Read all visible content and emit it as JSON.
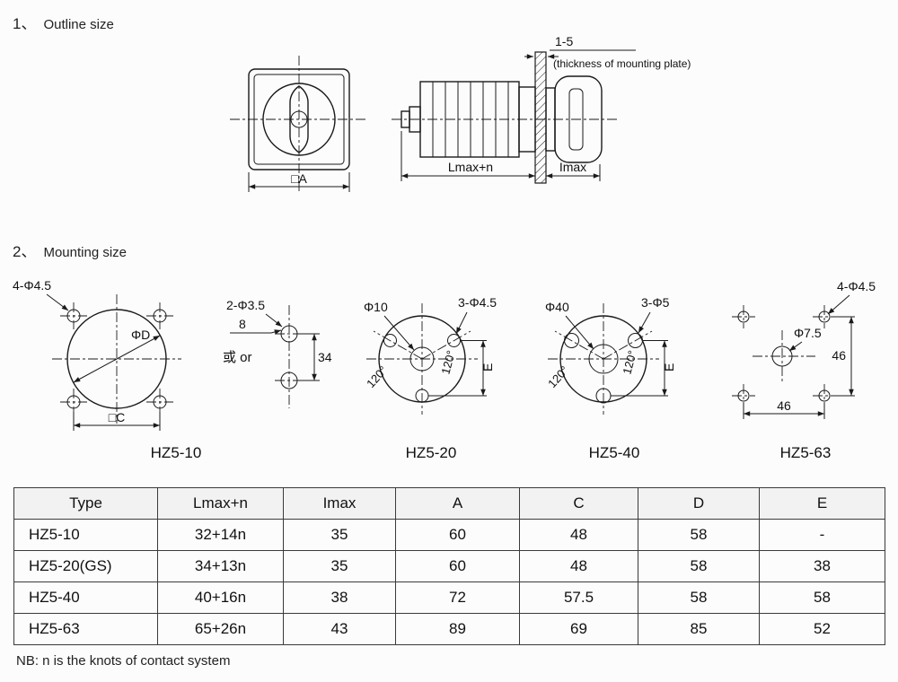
{
  "colors": {
    "ink": "#1a1a1a",
    "paper": "#fcfcfc",
    "table_header_bg": "#f2f2f2"
  },
  "page": {
    "section1_no": "1、",
    "section1_title": "Outline size",
    "section2_no": "2、",
    "section2_title": "Mounting size",
    "note": "NB: n is the knots of contact system"
  },
  "outline": {
    "dim_plate": "1-5",
    "plate_note": "(thickness of mounting plate)",
    "dim_lmax": "Lmax+n",
    "dim_imax": "Imax",
    "dim_a": "□A"
  },
  "mounting": {
    "hz510": {
      "holes": "4-Φ4.5",
      "phid": "ΦD",
      "dim_c": "□C",
      "or": "或 or",
      "alt_holes": "2-Φ3.5",
      "alt_dim8": "8",
      "alt_dim34": "34",
      "label": "HZ5-10"
    },
    "hz520": {
      "center": "Φ10",
      "holes": "3-Φ4.5",
      "angle1": "120°",
      "angle2": "120°",
      "dim_e": "E",
      "label": "HZ5-20"
    },
    "hz540": {
      "center": "Φ40",
      "holes": "3-Φ5",
      "angle1": "120°",
      "angle2": "120°",
      "dim_e": "E",
      "label": "HZ5-40"
    },
    "hz563": {
      "holes": "4-Φ4.5",
      "center": "Φ7.5",
      "dim_v": "46",
      "dim_h": "46",
      "label": "HZ5-63"
    }
  },
  "table": {
    "headers": [
      "Type",
      "Lmax+n",
      "Imax",
      "A",
      "C",
      "D",
      "E"
    ],
    "rows": [
      [
        "HZ5-10",
        "32+14n",
        "35",
        "60",
        "48",
        "58",
        "-"
      ],
      [
        "HZ5-20(GS)",
        "34+13n",
        "35",
        "60",
        "48",
        "58",
        "38"
      ],
      [
        "HZ5-40",
        "40+16n",
        "38",
        "72",
        "57.5",
        "58",
        "58"
      ],
      [
        "HZ5-63",
        "65+26n",
        "43",
        "89",
        "69",
        "85",
        "52"
      ]
    ]
  }
}
